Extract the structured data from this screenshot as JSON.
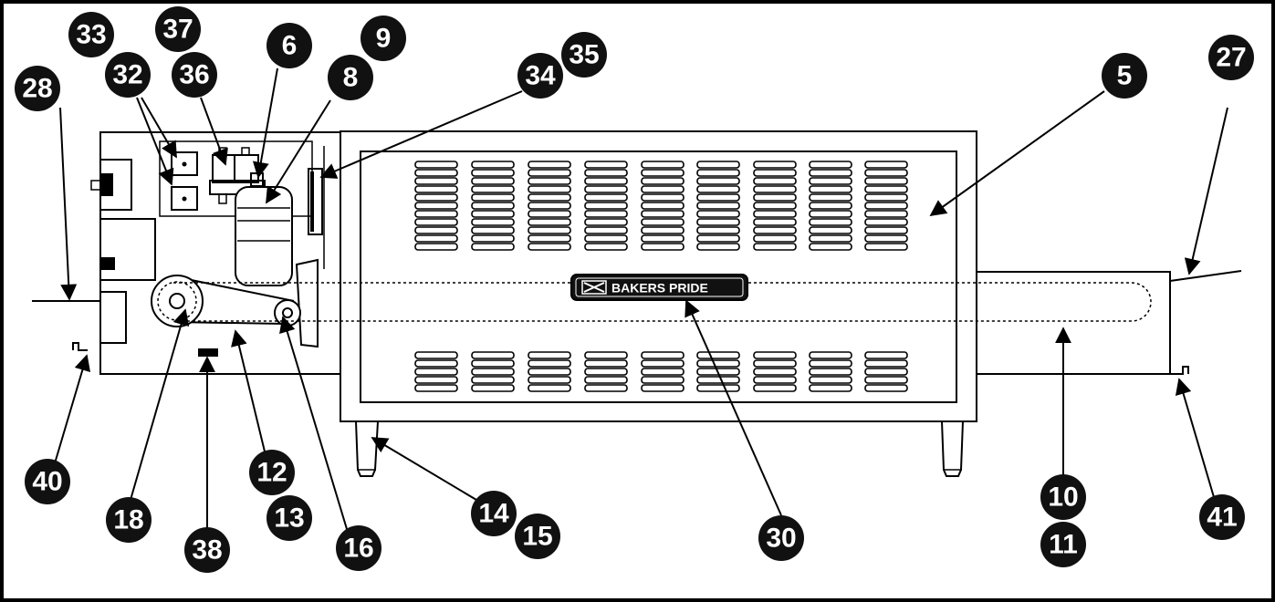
{
  "brand": {
    "label": "BAKERS PRIDE"
  },
  "callouts": [
    {
      "id": "c33",
      "label": "33"
    },
    {
      "id": "c37",
      "label": "37"
    },
    {
      "id": "c6",
      "label": "6"
    },
    {
      "id": "c9",
      "label": "9"
    },
    {
      "id": "c32",
      "label": "32"
    },
    {
      "id": "c36",
      "label": "36"
    },
    {
      "id": "c8",
      "label": "8"
    },
    {
      "id": "c35",
      "label": "35"
    },
    {
      "id": "c34",
      "label": "34"
    },
    {
      "id": "c5",
      "label": "5"
    },
    {
      "id": "c27",
      "label": "27"
    },
    {
      "id": "c28",
      "label": "28"
    },
    {
      "id": "c40",
      "label": "40"
    },
    {
      "id": "c18",
      "label": "18"
    },
    {
      "id": "c38",
      "label": "38"
    },
    {
      "id": "c12",
      "label": "12"
    },
    {
      "id": "c13",
      "label": "13"
    },
    {
      "id": "c16",
      "label": "16"
    },
    {
      "id": "c14",
      "label": "14"
    },
    {
      "id": "c15",
      "label": "15"
    },
    {
      "id": "c30",
      "label": "30"
    },
    {
      "id": "c10",
      "label": "10"
    },
    {
      "id": "c11",
      "label": "11"
    },
    {
      "id": "c41",
      "label": "41"
    }
  ]
}
